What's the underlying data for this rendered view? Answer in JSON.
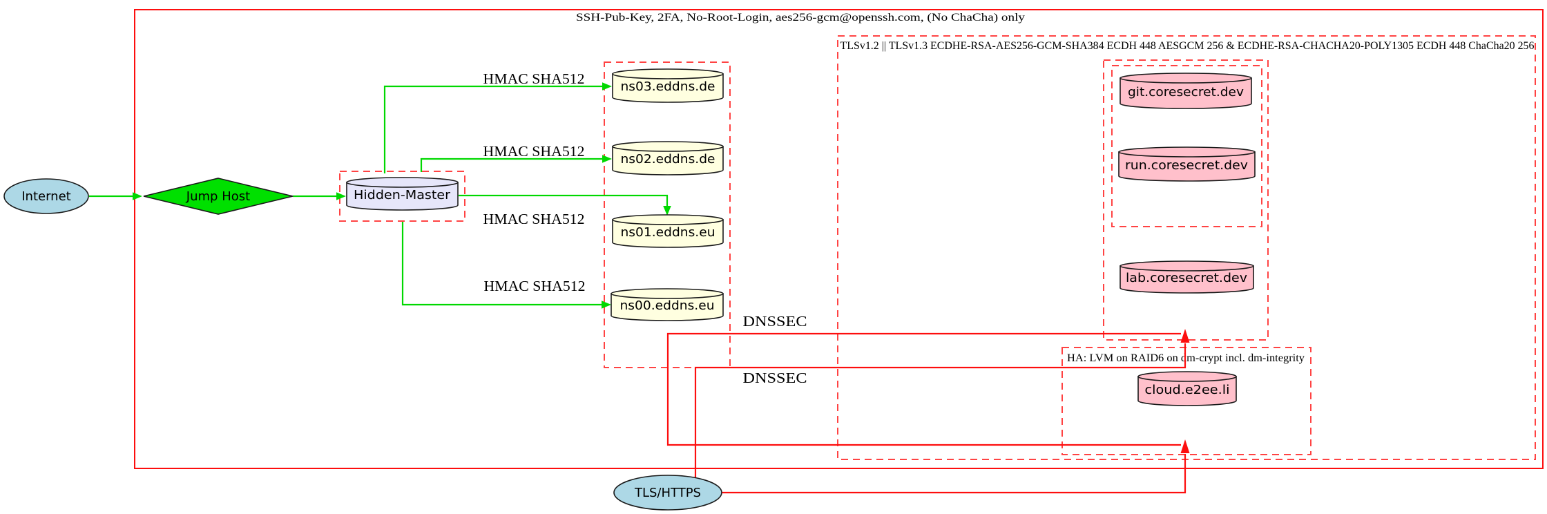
{
  "graph": {
    "title": "Secure DNS / hosting infrastructure diagram",
    "clusters": {
      "ssh": {
        "label": "SSH-Pub-Key, 2FA, No-Root-Login, aes256-gcm@openssh.com, (No ChaCha) only"
      },
      "tls": {
        "label": "TLSv1.2 || TLSv1.3 ECDHE-RSA-AES256-GCM-SHA384 ECDH 448 AESGCM 256 & ECDHE-RSA-CHACHA20-POLY1305 ECDH 448 ChaCha20 256"
      },
      "ha": {
        "label": "HA: LVM on RAID6 on dm-crypt incl. dm-integrity"
      }
    },
    "nodes": {
      "internet": {
        "label": "Internet",
        "shape": "ellipse",
        "fill": "#add8e6"
      },
      "jump_host": {
        "label": "Jump Host",
        "shape": "diamond",
        "fill": "#00e000"
      },
      "hidden_master": {
        "label": "Hidden-Master",
        "shape": "cylinder",
        "fill": "#e6e6fa"
      },
      "ns03": {
        "label": "ns03.eddns.de",
        "shape": "cylinder",
        "fill": "#ffffe0"
      },
      "ns02": {
        "label": "ns02.eddns.de",
        "shape": "cylinder",
        "fill": "#ffffe0"
      },
      "ns01": {
        "label": "ns01.eddns.eu",
        "shape": "cylinder",
        "fill": "#ffffe0"
      },
      "ns00": {
        "label": "ns00.eddns.eu",
        "shape": "cylinder",
        "fill": "#ffffe0"
      },
      "git": {
        "label": "git.coresecret.dev",
        "shape": "cylinder",
        "fill": "#ffc0cb"
      },
      "run": {
        "label": "run.coresecret.dev",
        "shape": "cylinder",
        "fill": "#ffc0cb"
      },
      "lab": {
        "label": "lab.coresecret.dev",
        "shape": "cylinder",
        "fill": "#ffc0cb"
      },
      "cloud": {
        "label": "cloud.e2ee.li",
        "shape": "cylinder",
        "fill": "#ffc0cb"
      },
      "tls_https": {
        "label": "TLS/HTTPS",
        "shape": "ellipse",
        "fill": "#add8e6"
      }
    },
    "edge_labels": {
      "hmac": [
        "HMAC SHA512",
        "HMAC SHA512",
        "HMAC SHA512",
        "HMAC SHA512"
      ],
      "dnssec": [
        "DNSSEC",
        "DNSSEC"
      ]
    },
    "colors": {
      "outer_border_red": "#fd0e0e",
      "cluster_dashed_red": "#ff4343",
      "edge_red": "#fd0e0e",
      "edge_green": "#00d800",
      "node_green": "#00e000",
      "node_blue": "#add8e6",
      "node_yellow": "#ffffe0",
      "node_pink": "#ffc0cb",
      "node_lavender": "#e6e6fa",
      "background": "#ffffff"
    }
  }
}
